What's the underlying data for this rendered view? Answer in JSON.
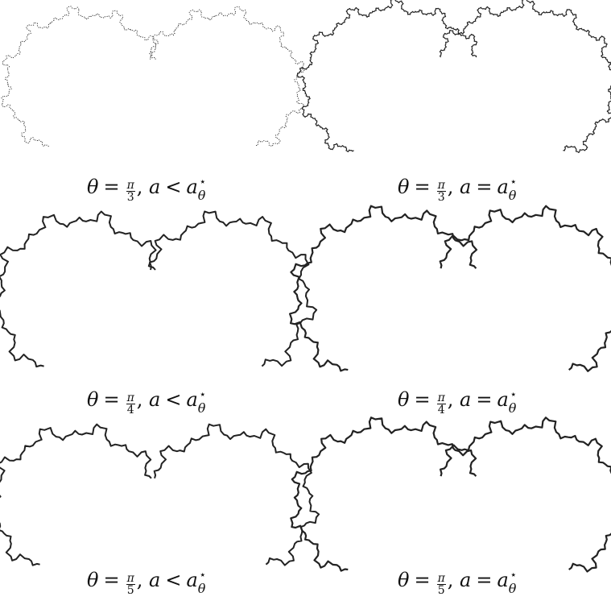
{
  "panels": [
    {
      "id": "p1",
      "angle_text": "θ",
      "eq": "=",
      "pi": "π",
      "den": "3",
      "comma": ",",
      "a": "a",
      "rel": "<",
      "astar": "a",
      "star": "⋆",
      "sub": "θ"
    },
    {
      "id": "p2",
      "angle_text": "θ",
      "eq": "=",
      "pi": "π",
      "den": "3",
      "comma": ",",
      "a": "a",
      "rel": "=",
      "astar": "a",
      "star": "⋆",
      "sub": "θ"
    },
    {
      "id": "p3",
      "angle_text": "θ",
      "eq": "=",
      "pi": "π",
      "den": "4",
      "comma": ",",
      "a": "a",
      "rel": "<",
      "astar": "a",
      "star": "⋆",
      "sub": "θ"
    },
    {
      "id": "p4",
      "angle_text": "θ",
      "eq": "=",
      "pi": "π",
      "den": "4",
      "comma": ",",
      "a": "a",
      "rel": "=",
      "astar": "a",
      "star": "⋆",
      "sub": "θ"
    },
    {
      "id": "p5",
      "angle_text": "θ",
      "eq": "=",
      "pi": "π",
      "den": "5",
      "comma": ",",
      "a": "a",
      "rel": "<",
      "astar": "a",
      "star": "⋆",
      "sub": "θ"
    },
    {
      "id": "p6",
      "angle_text": "θ",
      "eq": "=",
      "pi": "π",
      "den": "5",
      "comma": ",",
      "a": "a",
      "rel": "=",
      "astar": "a",
      "star": "⋆",
      "sub": "θ"
    }
  ]
}
